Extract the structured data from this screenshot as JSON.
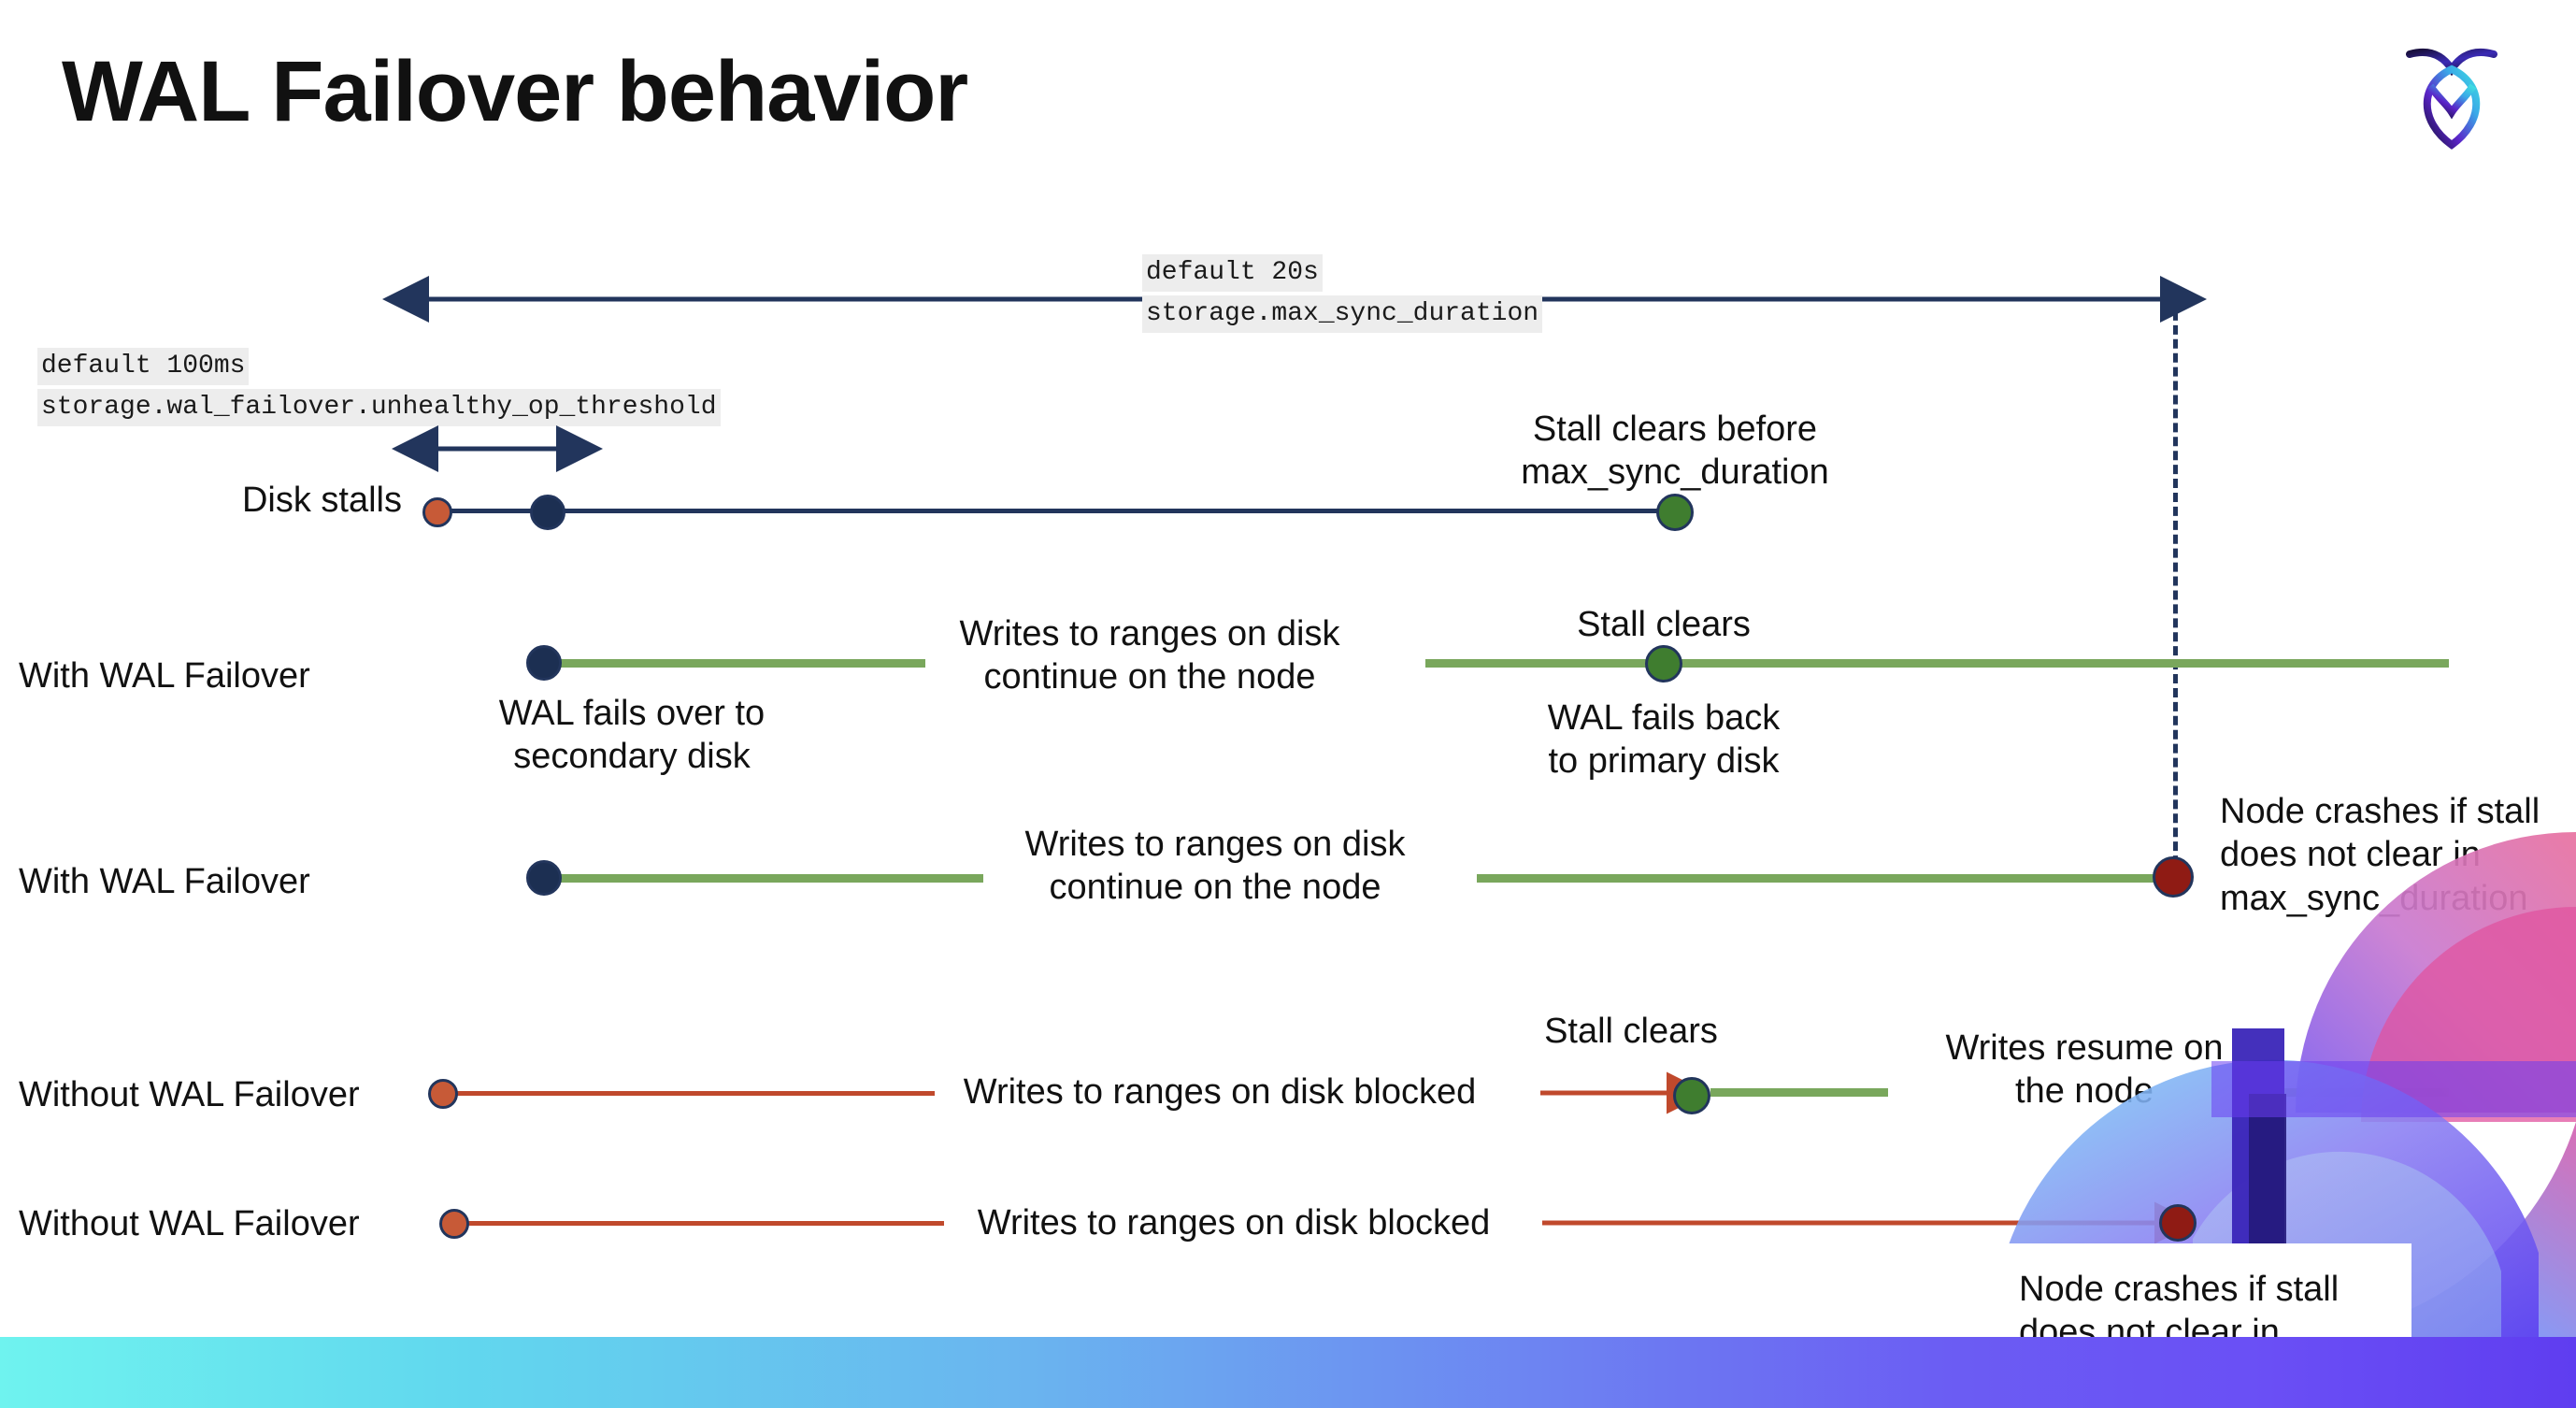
{
  "slide": {
    "title": "WAL Failover behavior",
    "logo_name": "cockroachdb-logo"
  },
  "annotations": {
    "max_sync_default": "default 20s",
    "max_sync_setting": "storage.max_sync_duration",
    "unhealthy_default": "default 100ms",
    "unhealthy_setting": "storage.wal_failover.unhealthy_op_threshold"
  },
  "rows": [
    {
      "name": "disk-stalls",
      "label": "Disk stalls",
      "note_right": "Stall clears before\nmax_sync_duration"
    },
    {
      "name": "with-wal-failover-1",
      "label": "With WAL Failover",
      "note_start": "WAL fails over to\nsecondary disk",
      "note_mid": "Writes to ranges on disk\ncontinue on the node",
      "note_clear": "Stall clears",
      "note_end": "WAL fails  back\nto primary disk"
    },
    {
      "name": "with-wal-failover-2",
      "label": "With WAL Failover",
      "note_mid": "Writes to ranges on disk\ncontinue on the node",
      "note_crash": "Node crashes if stall\ndoes not clear in\nmax_sync_duration"
    },
    {
      "name": "without-wal-failover-1",
      "label": "Without WAL Failover",
      "note_mid": "Writes to ranges on disk  blocked",
      "note_clear": "Stall clears",
      "note_resume": "Writes resume on\nthe node"
    },
    {
      "name": "without-wal-failover-2",
      "label": "Without WAL Failover",
      "note_mid": "Writes to ranges on disk  blocked",
      "note_crash": "Node crashes if stall\ndoes not clear in\nmax_sync_duration"
    }
  ],
  "colors": {
    "navy": "#22355c",
    "green_line": "#79a75c",
    "red_line": "#c0492c",
    "dot_green": "#3f7d2f",
    "dot_orange": "#c75a37",
    "dot_dark_red": "#8f1b14",
    "code_bg": "#ededed",
    "bottom_bar_start": "#6ff3ef",
    "bottom_bar_end": "#5f3df0"
  }
}
